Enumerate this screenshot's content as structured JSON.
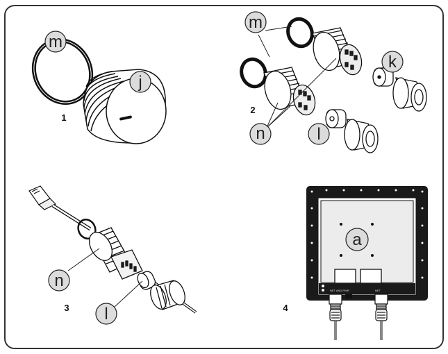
{
  "figure": {
    "panels": [
      {
        "number": "1",
        "callouts": [
          "m",
          "j"
        ]
      },
      {
        "number": "2",
        "callouts": [
          "m",
          "k",
          "n",
          "l"
        ]
      },
      {
        "number": "3",
        "callouts": [
          "n",
          "l"
        ]
      },
      {
        "number": "4",
        "callouts": [
          "a"
        ]
      }
    ],
    "device_labels": {
      "left": "NET AND PWR",
      "right": "NET"
    }
  },
  "colors": {
    "frame": "#333333",
    "callout_fill": "#dcdcdc",
    "line": "#222222",
    "device": "#1a1a1a"
  }
}
